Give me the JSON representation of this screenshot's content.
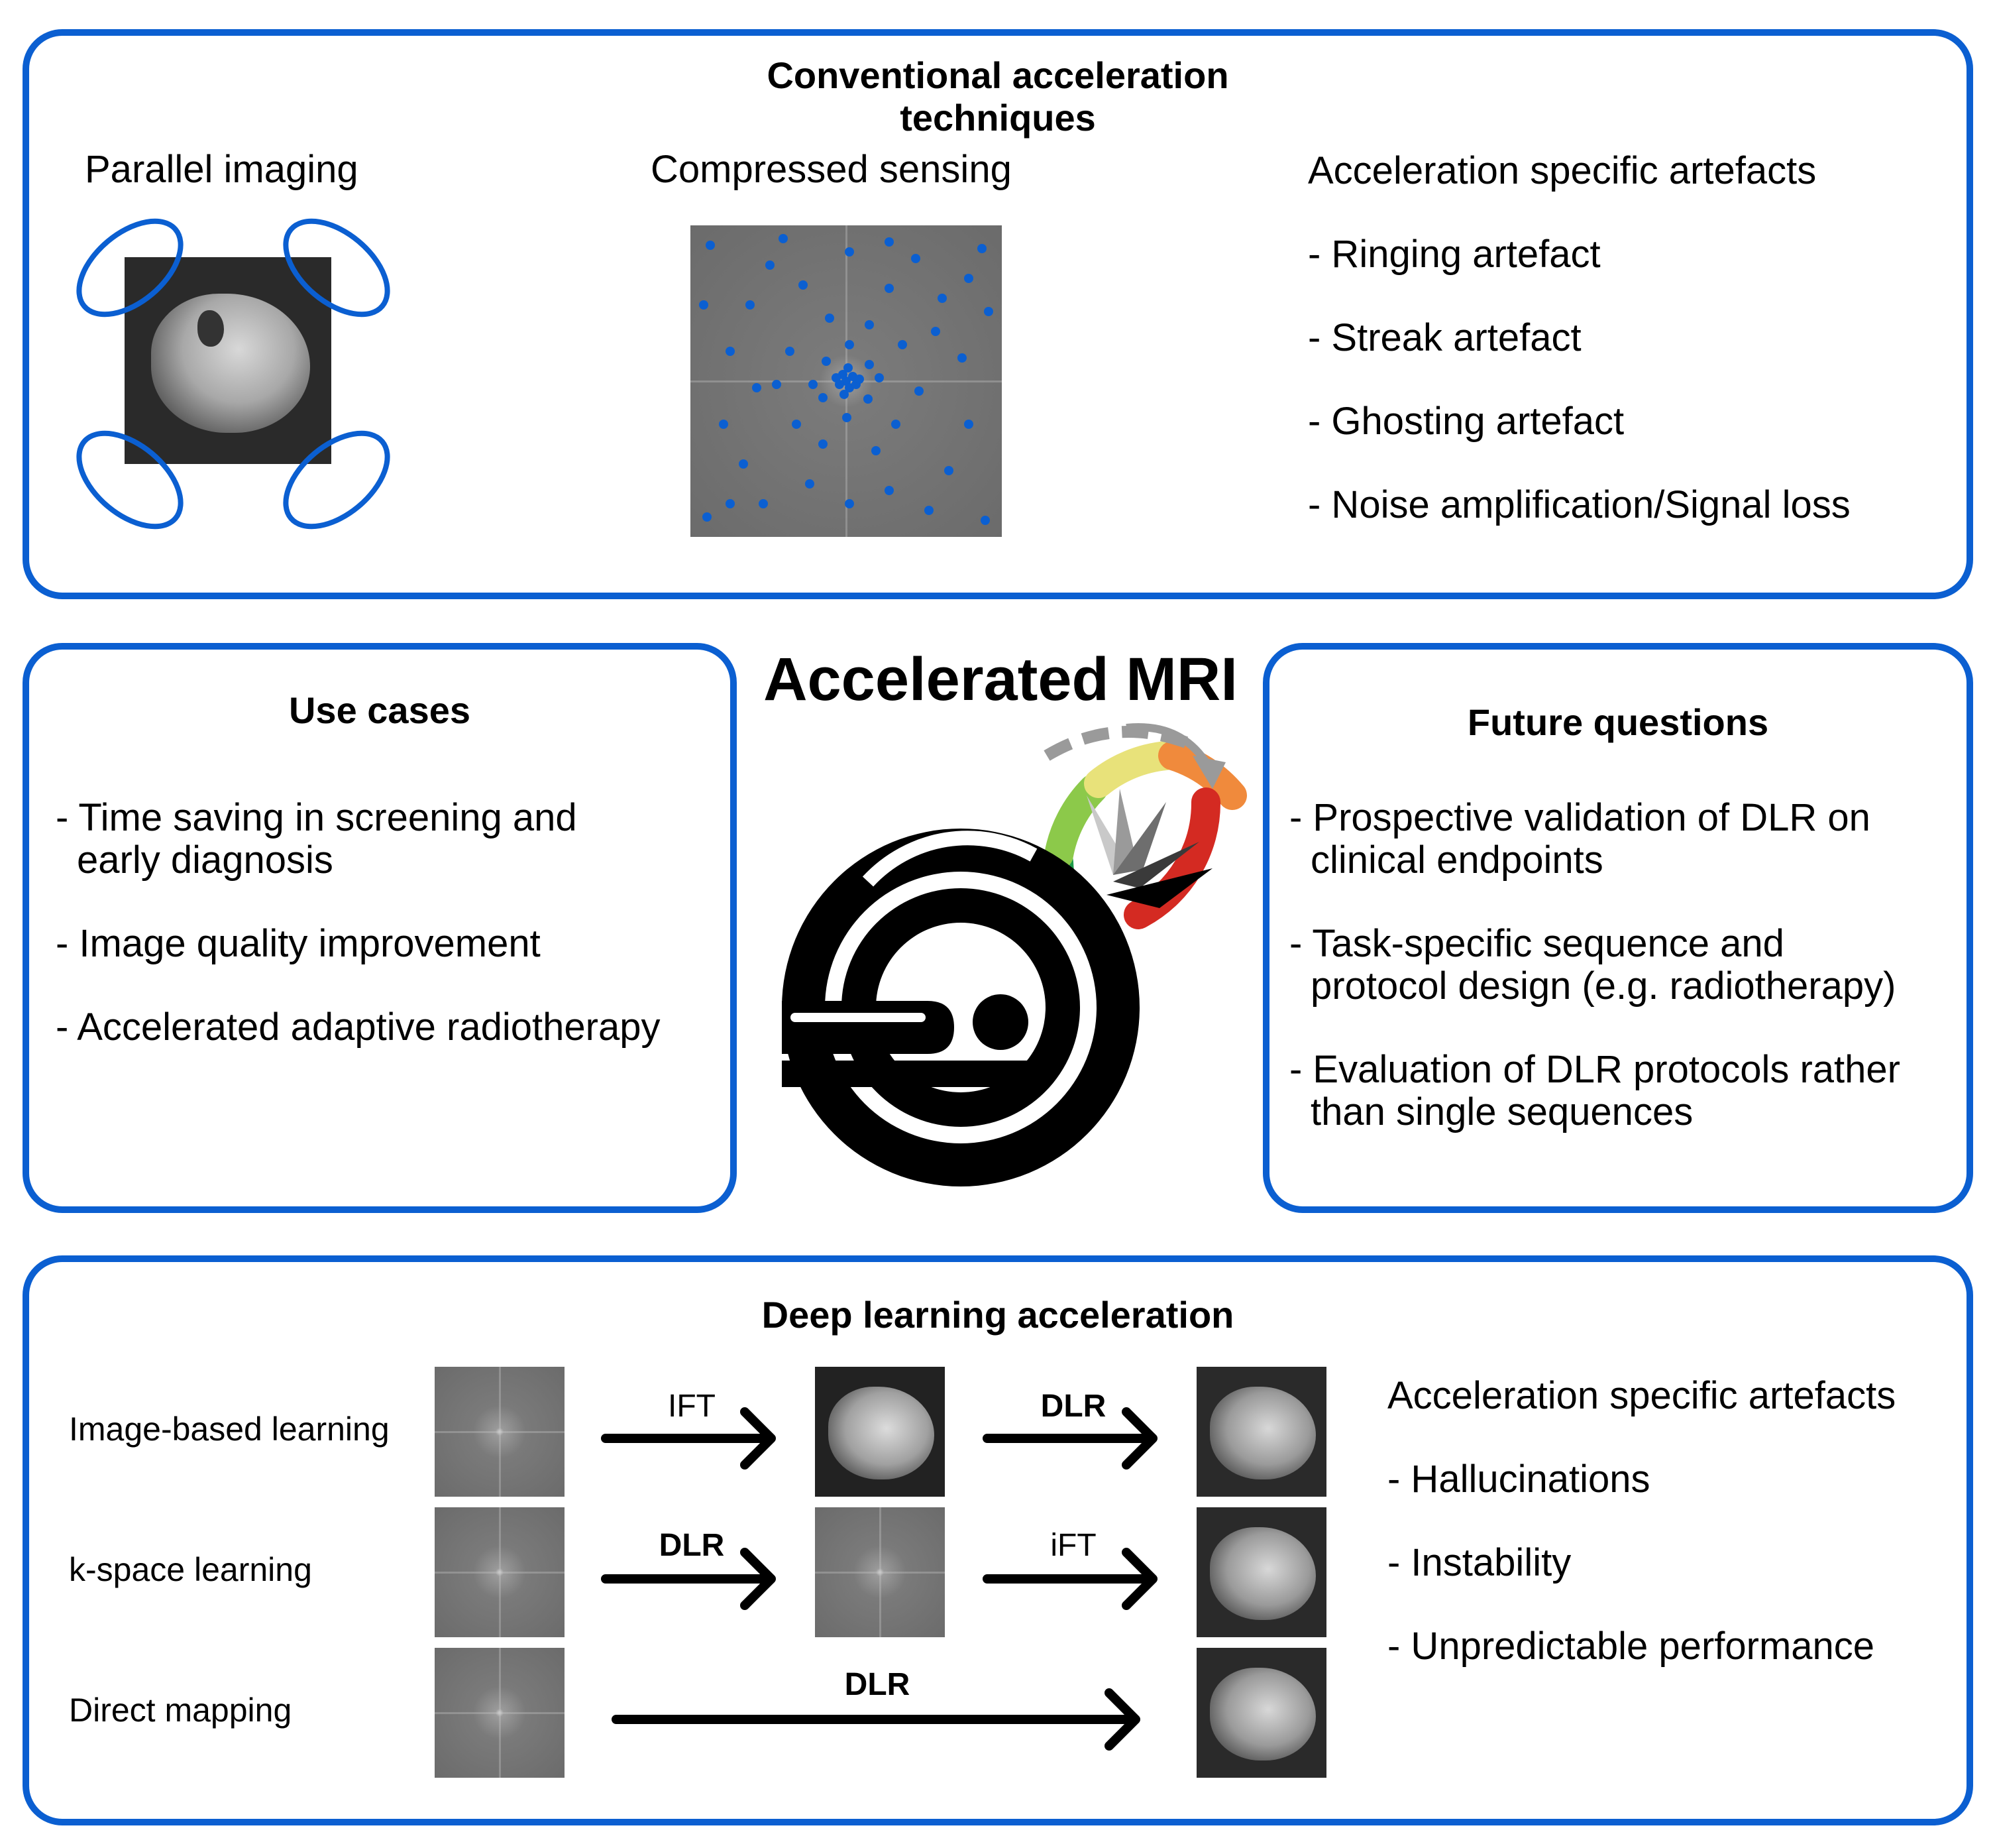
{
  "conventional": {
    "title_line1": "Conventional acceleration",
    "title_line2": "techniques",
    "parallel_label": "Parallel imaging",
    "compressed_label": "Compressed sensing",
    "artefacts_heading": "Acceleration specific artefacts",
    "artefacts": [
      "- Ringing artefact",
      "- Streak artefact",
      "- Ghosting artefact",
      "- Noise amplification/Signal loss"
    ]
  },
  "center": {
    "title": "Accelerated MRI",
    "icon": "mri-scanner-with-speedometer-icon"
  },
  "use_cases": {
    "title": "Use cases",
    "items": [
      {
        "line1": "- Time saving in screening and",
        "line2": "early diagnosis"
      },
      {
        "line1": "- Image quality improvement",
        "line2": ""
      },
      {
        "line1": "- Accelerated adaptive radiotherapy",
        "line2": ""
      }
    ]
  },
  "future": {
    "title": "Future questions",
    "items": [
      {
        "line1": "- Prospective validation of DLR on",
        "line2": "clinical endpoints"
      },
      {
        "line1": "- Task-specific sequence and",
        "line2": "protocol design (e.g. radiotherapy)"
      },
      {
        "line1": "- Evaluation of DLR protocols rather",
        "line2": "than single sequences"
      }
    ]
  },
  "deep": {
    "title": "Deep learning acceleration",
    "rows": [
      {
        "label": "Image-based learning",
        "arrow1": "IFT",
        "arrow2": "DLR"
      },
      {
        "label": "k-space learning",
        "arrow1": "DLR",
        "arrow2": "iFT"
      },
      {
        "label": "Direct mapping",
        "arrow1": "DLR",
        "arrow2": ""
      }
    ],
    "artefacts_heading": "Acceleration specific artefacts",
    "artefacts": [
      "- Hallucinations",
      "- Instability",
      "- Unpredictable performance"
    ]
  },
  "colors": {
    "accent_blue": "#0b5fd1",
    "gauge_green_dark": "#1e9a4a",
    "gauge_green": "#8cc94a",
    "gauge_yellow": "#e8e27a",
    "gauge_orange": "#f08a3c",
    "gauge_red": "#d42a22"
  }
}
